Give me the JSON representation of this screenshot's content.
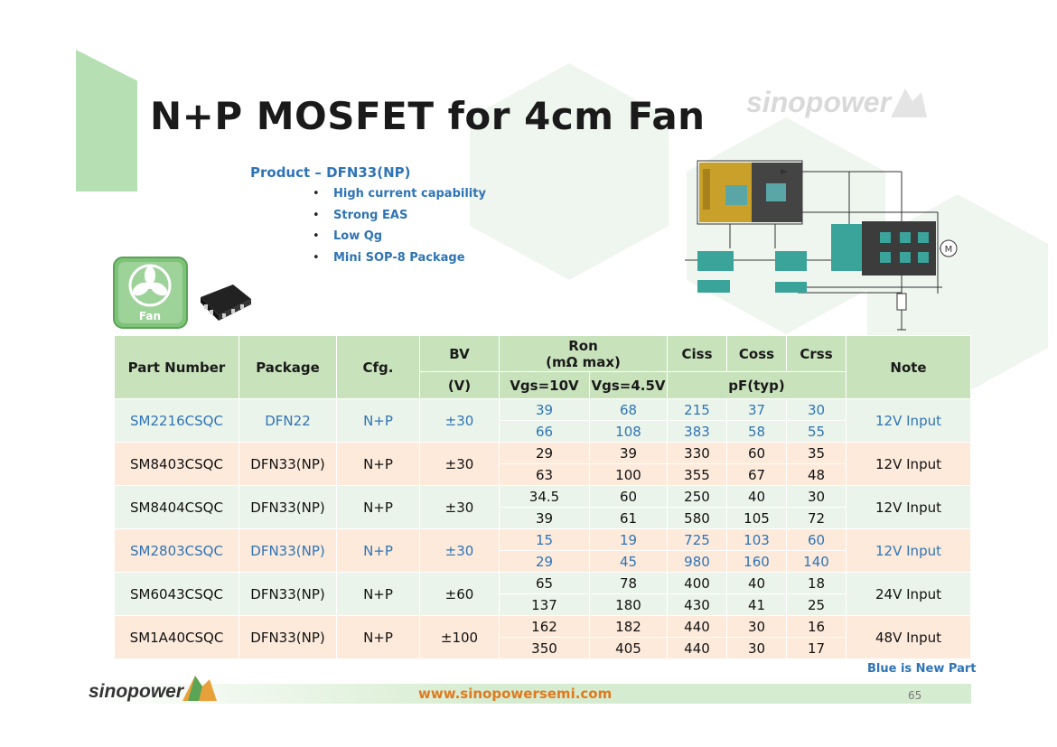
{
  "title": "N+P MOSFET for 4cm Fan",
  "watermark_logo": "sinopower",
  "product": {
    "heading": "Product – DFN33(NP)",
    "features": [
      "High current capability",
      "Strong EAS",
      "Low Qg",
      "Mini SOP-8 Package"
    ]
  },
  "fan_icon_label": "Fan",
  "table": {
    "headers": {
      "part_number": "Part Number",
      "package": "Package",
      "cfg": "Cfg.",
      "bv": "BV",
      "bv_unit": "(V)",
      "ron": "Ron",
      "ron_unit": "(mΩ max)",
      "vgs10": "Vgs=10V",
      "vgs45": "Vgs=4.5V",
      "ciss": "Ciss",
      "coss": "Coss",
      "crss": "Crss",
      "cap_unit": "pF(typ)",
      "note": "Note"
    },
    "rows": [
      {
        "part": "SM2216CSQC",
        "package": "DFN22",
        "cfg": "N+P",
        "bv": "±30",
        "vgs10": [
          "39",
          "66"
        ],
        "vgs45": [
          "68",
          "108"
        ],
        "ciss": [
          "215",
          "383"
        ],
        "coss": [
          "37",
          "58"
        ],
        "crss": [
          "30",
          "55"
        ],
        "note": "12V Input",
        "new": true
      },
      {
        "part": "SM8403CSQC",
        "package": "DFN33(NP)",
        "cfg": "N+P",
        "bv": "±30",
        "vgs10": [
          "29",
          "63"
        ],
        "vgs45": [
          "39",
          "100"
        ],
        "ciss": [
          "330",
          "355"
        ],
        "coss": [
          "60",
          "67"
        ],
        "crss": [
          "35",
          "48"
        ],
        "note": "12V Input",
        "new": false
      },
      {
        "part": "SM8404CSQC",
        "package": "DFN33(NP)",
        "cfg": "N+P",
        "bv": "±30",
        "vgs10": [
          "34.5",
          "39"
        ],
        "vgs45": [
          "60",
          "61"
        ],
        "ciss": [
          "250",
          "580"
        ],
        "coss": [
          "40",
          "105"
        ],
        "crss": [
          "30",
          "72"
        ],
        "note": "12V Input",
        "new": false
      },
      {
        "part": "SM2803CSQC",
        "package": "DFN33(NP)",
        "cfg": "N+P",
        "bv": "±30",
        "vgs10": [
          "15",
          "29"
        ],
        "vgs45": [
          "19",
          "45"
        ],
        "ciss": [
          "725",
          "980"
        ],
        "coss": [
          "103",
          "160"
        ],
        "crss": [
          "60",
          "140"
        ],
        "note": "12V Input",
        "new": true
      },
      {
        "part": "SM6043CSQC",
        "package": "DFN33(NP)",
        "cfg": "N+P",
        "bv": "±60",
        "vgs10": [
          "65",
          "137"
        ],
        "vgs45": [
          "78",
          "180"
        ],
        "ciss": [
          "400",
          "430"
        ],
        "coss": [
          "40",
          "41"
        ],
        "crss": [
          "18",
          "25"
        ],
        "note": "24V Input",
        "new": false
      },
      {
        "part": "SM1A40CSQC",
        "package": "DFN33(NP)",
        "cfg": "N+P",
        "bv": "±100",
        "vgs10": [
          "162",
          "350"
        ],
        "vgs45": [
          "182",
          "405"
        ],
        "ciss": [
          "440",
          "440"
        ],
        "coss": [
          "30",
          "30"
        ],
        "crss": [
          "16",
          "17"
        ],
        "note": "48V Input",
        "new": false
      }
    ]
  },
  "legend_note": "Blue is New Part",
  "footer": {
    "logo": "sinopower",
    "url": "www.sinopowersemi.com",
    "page": "65"
  },
  "colors": {
    "accent_blue": "#2f74b5",
    "header_green": "#c8e3bc",
    "row_green": "#ebf4ea",
    "row_orange": "#fdeadb",
    "url_orange": "#e07a1f",
    "tab_green": "#b6dfb3"
  }
}
